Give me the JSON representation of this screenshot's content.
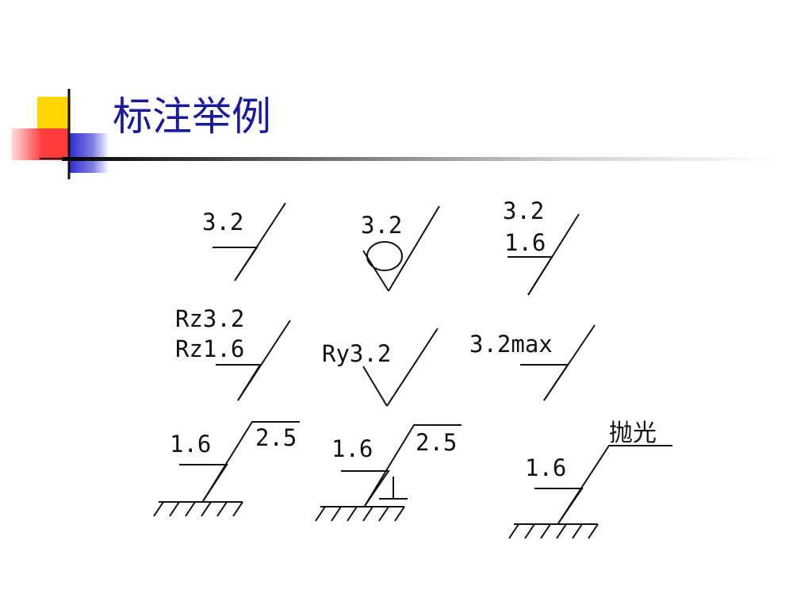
{
  "slide": {
    "title": "标注举例",
    "colors": {
      "title": "#1a1a9c",
      "accent_yellow": "#ffd400",
      "accent_red": "#ff3b3b",
      "accent_blue": "#2a2ad0"
    }
  },
  "symbols": [
    {
      "id": "s1",
      "lines": [
        "3.2"
      ],
      "modifier": "none"
    },
    {
      "id": "s2",
      "lines": [
        "3.2"
      ],
      "modifier": "circle"
    },
    {
      "id": "s3",
      "lines": [
        "3.2",
        "1.6"
      ],
      "modifier": "none"
    },
    {
      "id": "s4",
      "lines": [
        "Rz3.2",
        "Rz1.6"
      ],
      "modifier": "none"
    },
    {
      "id": "s5",
      "lines": [
        "Ry3.2"
      ],
      "modifier": "open"
    },
    {
      "id": "s6",
      "lines": [
        "3.2max"
      ],
      "modifier": "none"
    },
    {
      "id": "s7",
      "lines": [
        "1.6"
      ],
      "extension": "2.5",
      "modifier": "surface"
    },
    {
      "id": "s8",
      "lines": [
        "1.6"
      ],
      "extension": "2.5",
      "modifier": "perpendicular"
    },
    {
      "id": "s9",
      "lines": [
        "1.6"
      ],
      "extension": "抛光",
      "modifier": "surface"
    }
  ]
}
